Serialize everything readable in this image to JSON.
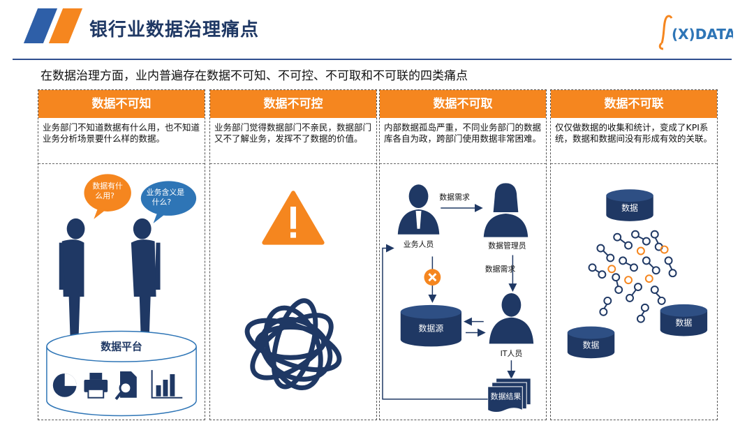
{
  "header": {
    "title": "银行业数据治理痛点",
    "brand_text": "(X)DATA",
    "subtitle": "在数据治理方面，业内普遍存在数据不可知、不可控、不可取和不可联的四类痛点"
  },
  "colors": {
    "accent": "#f5861f",
    "primary": "#1f3864",
    "brand_blue": "#2e75b6"
  },
  "columns": [
    {
      "title": "数据不可知",
      "description": "业务部门不知道数据有什么用，也不知道业务分析场景要什么样的数据。",
      "bubble_left": "数据有什么用?",
      "bubble_right": "业务含义是什么?",
      "platform_label": "数据平台",
      "icons": [
        "pie-chart-icon",
        "printer-icon",
        "document-search-icon",
        "bar-chart-icon"
      ]
    },
    {
      "title": "数据不可控",
      "description": "业务部门觉得数据部门不亲民，数据部门又不了解业务，发挥不了数据的价值。",
      "icons": [
        "warning-icon",
        "tangle-icon"
      ]
    },
    {
      "title": "数据不可取",
      "description": "内部数据孤岛严重，不同业务部门的数据库各自为政，跨部门使用数据非常困难。",
      "labels": {
        "business_person": "业务人员",
        "data_manager": "数据管理员",
        "it_person": "IT人员",
        "data_request_top": "数据需求",
        "data_request_side": "数据需求",
        "data_source": "数据源",
        "data_result": "数据结果"
      }
    },
    {
      "title": "数据不可联",
      "description": "仅仅做数据的收集和统计，变成了KPI系统，数据和数据间没有形成有效的关联。",
      "db_labels": [
        "数据",
        "数据",
        "数据"
      ]
    }
  ]
}
